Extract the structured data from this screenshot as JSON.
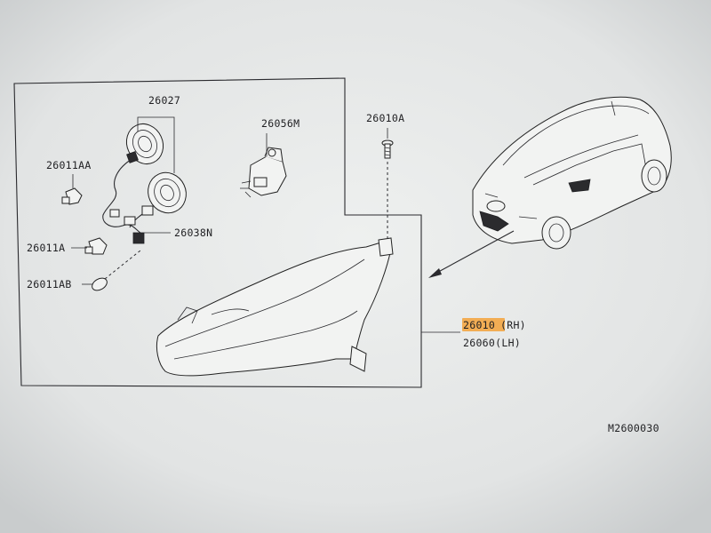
{
  "diagram": {
    "labels": {
      "p26027": "26027",
      "p26056M": "26056M",
      "p26010A": "26010A",
      "p26011AA": "26011AA",
      "p26038N": "26038N",
      "p26011A": "26011A",
      "p26011AB": "26011AB",
      "p26010": "26010",
      "rh": "(RH)",
      "p26060lh": "26060(LH)",
      "drawing_code": "M2600030"
    },
    "highlight_color": "#f3a23a"
  }
}
